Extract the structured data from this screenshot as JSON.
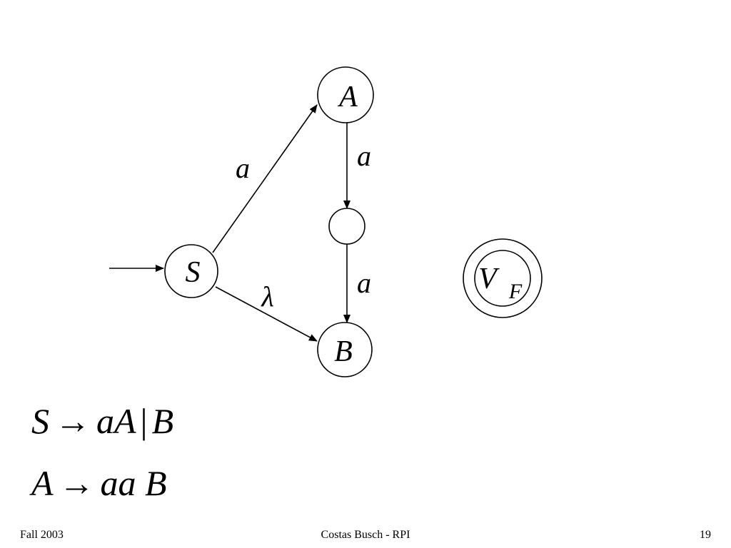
{
  "diagram": {
    "states": {
      "S": "S",
      "A": "A",
      "B": "B",
      "intermediate": "",
      "final": {
        "main": "V",
        "sub": "F"
      }
    },
    "edges": {
      "s_to_a": "a",
      "s_to_b": "λ",
      "a_to_mid": "a",
      "mid_to_b": "a"
    }
  },
  "grammar": {
    "rule1": {
      "lhs": "S",
      "arrow": "→",
      "rhs1": "aA",
      "sep": "|",
      "rhs2": "B"
    },
    "rule2": {
      "lhs": "A",
      "arrow": "→",
      "rhs": "aa B"
    }
  },
  "footer": {
    "left": "Fall 2003",
    "center": "Costas Busch - RPI",
    "right": "19"
  }
}
